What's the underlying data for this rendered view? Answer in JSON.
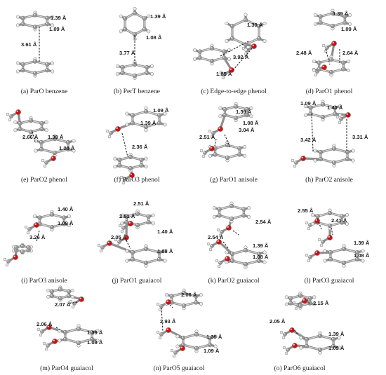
{
  "palette": {
    "carbon": "#9a9a9a",
    "hydrogen": "#e6e6e6",
    "oxygen": "#cc1111",
    "text": "#1a1a1a"
  },
  "panels": [
    {
      "caption": "(a) ParO benzene",
      "distances": [
        "1.39 Å",
        "1.09 Å",
        "3.61 Å"
      ]
    },
    {
      "caption": "(b) PerT benzene",
      "distances": [
        "1.39 Å",
        "1.08 Å",
        "3.77 Å"
      ]
    },
    {
      "caption": "(c) Edge-to-edge phenol",
      "distances": [
        "1.39 Å",
        "3.92 Å",
        "1.85 Å"
      ]
    },
    {
      "caption": "(d) ParO1 phenol",
      "distances": [
        "1.39 Å",
        "1.09 Å",
        "2.48 Å",
        "2.64 Å"
      ]
    },
    {
      "caption": "(e) ParO2 phenol",
      "distances": [
        "2.66 Å",
        "1.39 Å",
        "1.08 Å"
      ]
    },
    {
      "caption": "(f) ParO3 phenol",
      "distances": [
        "1.09 Å",
        "1.39 Å",
        "2.36 Å"
      ]
    },
    {
      "caption": "(g) ParO1 anisole",
      "distances": [
        "1.39 Å",
        "1.08 Å",
        "3.04 Å",
        "2.51 Å"
      ]
    },
    {
      "caption": "(h) ParO2 anisole",
      "distances": [
        "1.09 Å",
        "1.40 Å",
        "3.42 Å",
        "3.31 Å"
      ]
    },
    {
      "caption": "(i) ParO3 anisole",
      "distances": [
        "1.40 Å",
        "1.09 Å",
        "3.26 Å"
      ]
    },
    {
      "caption": "(j) ParO1 guaiacol",
      "distances": [
        "2.51 Å",
        "2.51 Å",
        "2.05 Å",
        "1.40 Å",
        "1.08 Å"
      ]
    },
    {
      "caption": "(k) ParO2 guaiacol",
      "distances": [
        "2.54 Å",
        "2.54 Å",
        "1.39 Å",
        "1.08 Å"
      ]
    },
    {
      "caption": "(l) ParO3 guaiacol",
      "distances": [
        "2.55 Å",
        "2.41 Å",
        "1.39 Å",
        "1.08 Å"
      ]
    },
    {
      "caption": "(m) ParO4 guaiacol",
      "distances": [
        "2.07 Å",
        "2.06 Å",
        "1.39 Å",
        "1.08 Å"
      ]
    },
    {
      "caption": "(n) ParO5 guaiacol",
      "distances": [
        "2.06 Å",
        "2.93 Å",
        "1.39 Å",
        "1.09 Å"
      ]
    },
    {
      "caption": "(o) ParO6 guaiacol",
      "distances": [
        "2.15 Å",
        "2.05 Å",
        "1.39 Å",
        "1.09 Å"
      ]
    }
  ]
}
